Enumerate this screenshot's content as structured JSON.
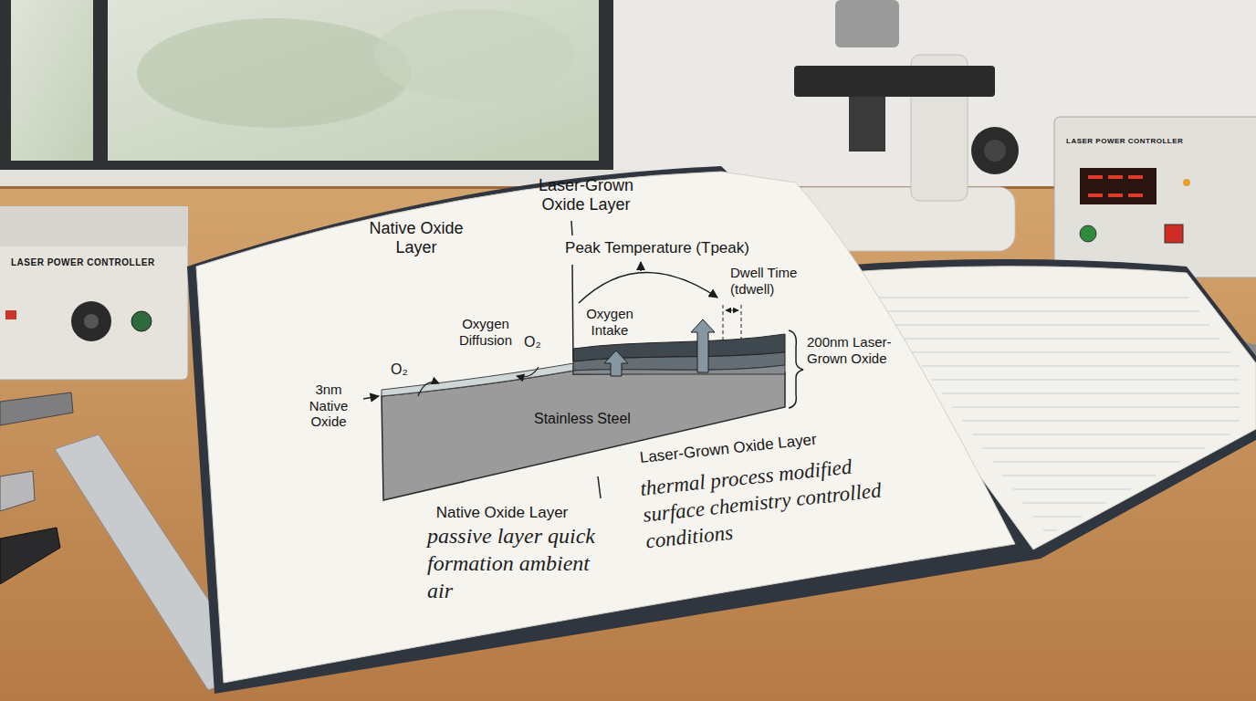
{
  "diagram": {
    "nodes": [
      {
        "text": [
          "Stainless Steel"
        ]
      }
    ],
    "labels": [
      "Native Oxide Layer",
      "Laser-Grown Oxide Layer",
      "Peak Temperature (Tpeak)",
      "Dwell Time (tdwell)",
      "Oxygen Intake",
      "Oxygen Diffusion",
      "O₂",
      "O₂",
      "3nm Native Oxide",
      "200nm Laser-Grown Oxide",
      "Native Oxide Layer",
      "Laser-Grown Oxide Layer",
      "passive layer quick formation ambient air",
      "thermal process modified surface chemistry controlled conditions",
      "LASER POWER CONTROLLER",
      "LASER POWER CONTROLLER"
    ]
  }
}
